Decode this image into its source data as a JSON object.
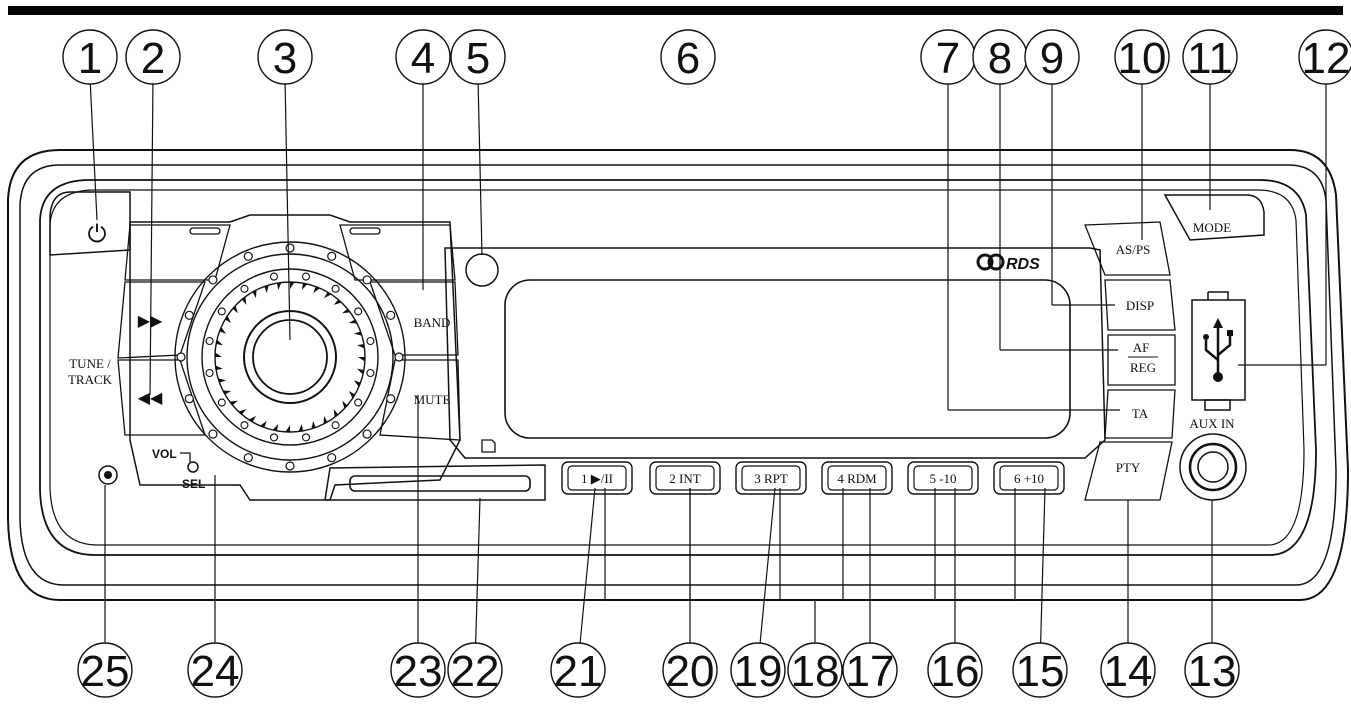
{
  "callouts_top": [
    "1",
    "2",
    "3",
    "4",
    "5",
    "6",
    "7",
    "8",
    "9",
    "10",
    "11",
    "12"
  ],
  "callouts_bottom": [
    "25",
    "24",
    "23",
    "22",
    "21",
    "20",
    "19",
    "18",
    "17",
    "16",
    "15",
    "14",
    "13"
  ],
  "buttons": {
    "power_glyph": "⏻",
    "ffwd_glyph": "▶▶",
    "rew_glyph": "◀◀",
    "tune": "TUNE /",
    "track": "TRACK",
    "band": "BAND",
    "mute": "MUTE",
    "as_ps": "AS/PS",
    "mode": "MODE",
    "disp": "DISP",
    "af": "AF",
    "reg": "REG",
    "ta": "TA",
    "pty": "PTY",
    "aux_in": "AUX  IN",
    "vol": "VOL",
    "sel": "SEL",
    "rds": "RDS"
  },
  "presets": [
    {
      "num": "1",
      "label": "▶/II"
    },
    {
      "num": "2",
      "label": "INT"
    },
    {
      "num": "3",
      "label": "RPT"
    },
    {
      "num": "4",
      "label": "RDM"
    },
    {
      "num": "5",
      "label": "-10"
    },
    {
      "num": "6",
      "label": "+10"
    }
  ]
}
